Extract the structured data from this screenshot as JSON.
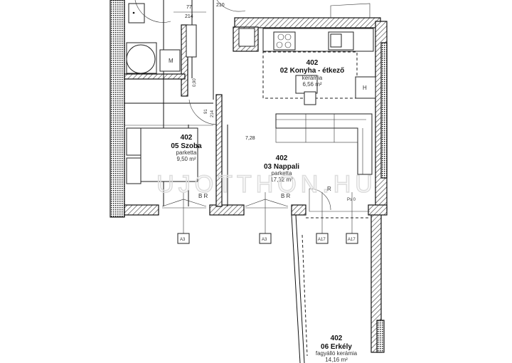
{
  "rooms": [
    {
      "number": "402",
      "name": "02 Konyha - étkező",
      "material": "kerámia",
      "area": "6,56 m²"
    },
    {
      "number": "402",
      "name": "05 Szoba",
      "material": "parketta",
      "area": "9,50 m²"
    },
    {
      "number": "402",
      "name": "03 Nappali",
      "material": "parketta",
      "area": "17,32 m²"
    },
    {
      "number": "402",
      "name": "06 Erkély",
      "material": "fagyálló kerámia",
      "area": "14,16 m²"
    }
  ],
  "dimensions": {
    "d77": "77",
    "d214a": "214",
    "d210": "210",
    "d090": "0,90",
    "d91": "91",
    "d214b": "214",
    "d728": "7,28"
  },
  "labels": {
    "bath_m": "M",
    "kitchen_h": "H",
    "br1": "B R",
    "br2": "B R",
    "r": "R",
    "ps": "Ps 0"
  },
  "markers": [
    "A3",
    "A3",
    "A17",
    "A17"
  ],
  "watermark": "UJOTTHON.HU",
  "colors": {
    "line": "#111111",
    "watermark": "#dddddd"
  }
}
